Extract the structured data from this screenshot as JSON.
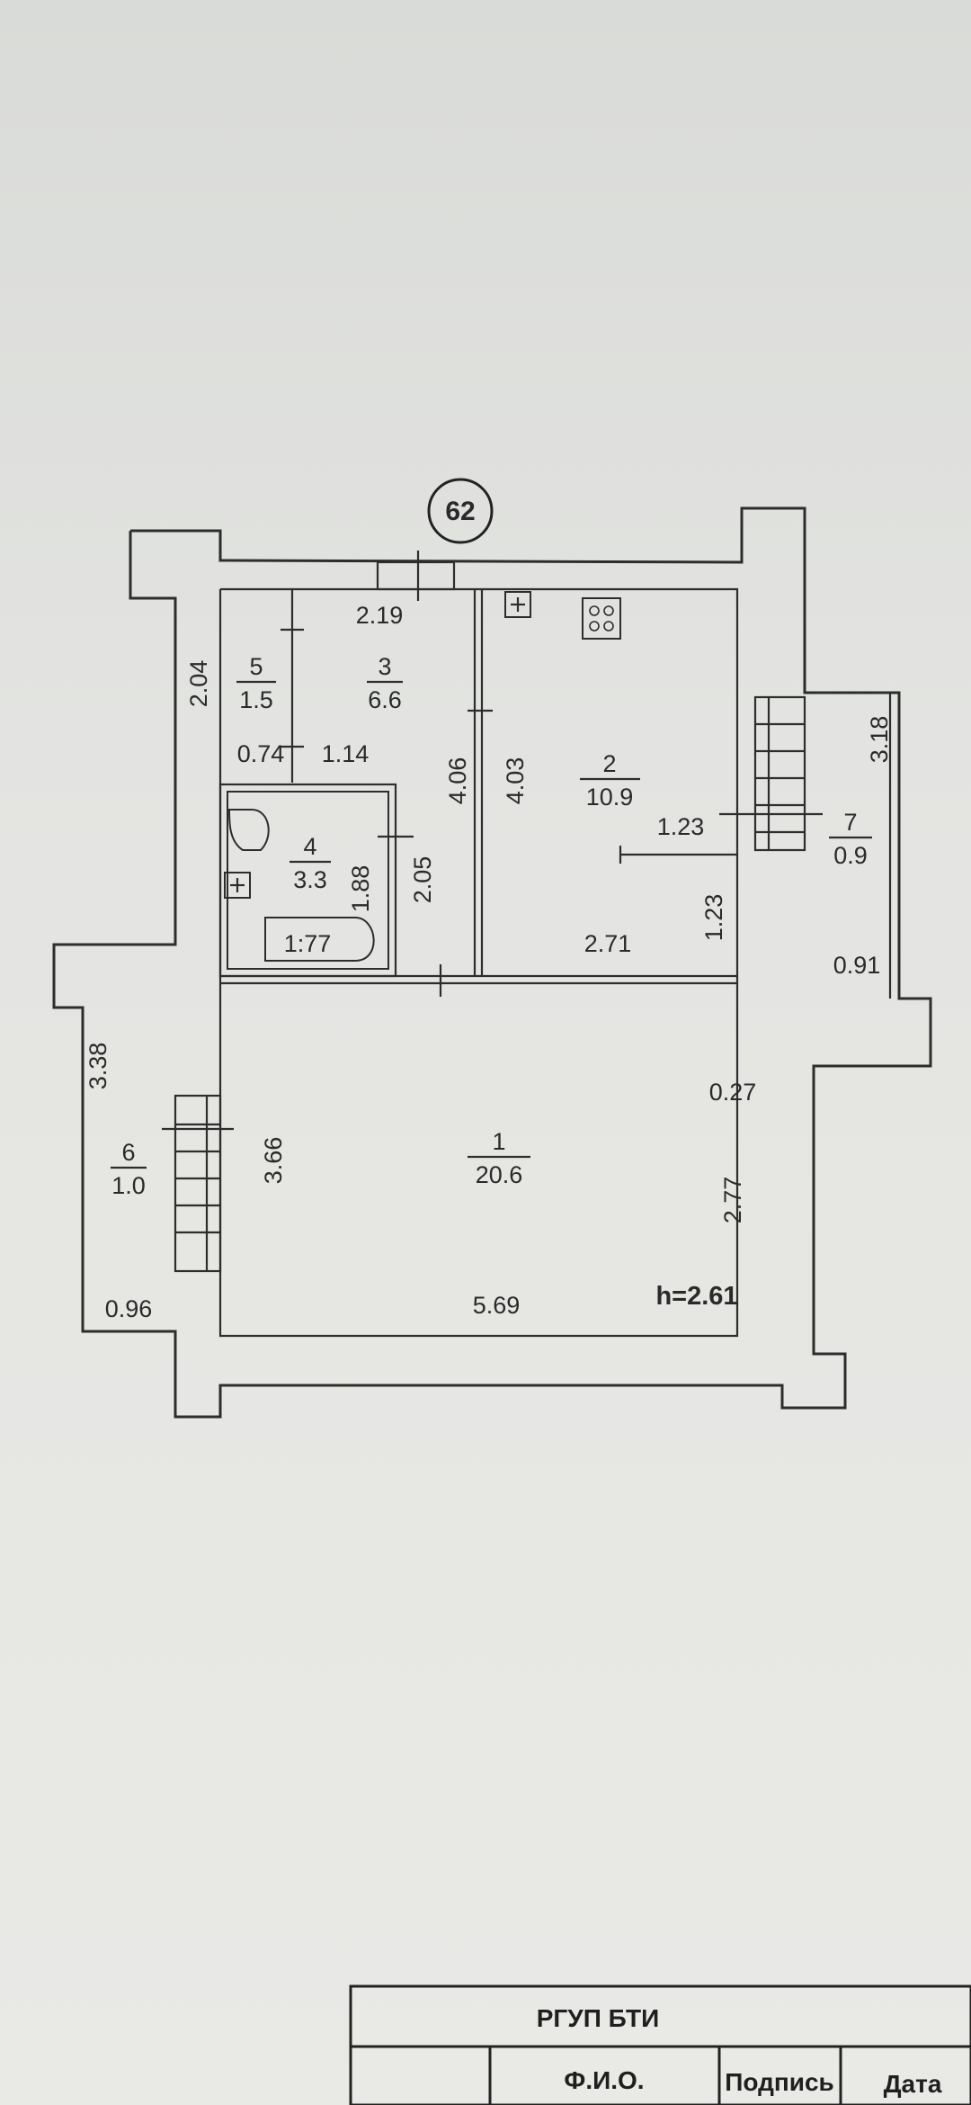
{
  "plan": {
    "marker": "62",
    "height_note": "h=2.61",
    "rooms": [
      {
        "no": "1",
        "area": "20.6"
      },
      {
        "no": "2",
        "area": "10.9"
      },
      {
        "no": "3",
        "area": "6.6"
      },
      {
        "no": "4",
        "area": "3.3"
      },
      {
        "no": "5",
        "area": "1.5"
      },
      {
        "no": "6",
        "area": "1.0"
      },
      {
        "no": "7",
        "area": "0.9"
      }
    ],
    "dimensions": {
      "d219": "2.19",
      "d204": "2.04",
      "d074": "0.74",
      "d114": "1.14",
      "d406": "4.06",
      "d403": "4.03",
      "d188": "1.88",
      "d205": "2.05",
      "d177": "1:77",
      "d123a": "1.23",
      "d123b": "1.23",
      "d271": "2.71",
      "d318": "3.18",
      "d091": "0.91",
      "d338": "3.38",
      "d366": "3.66",
      "d096": "0.96",
      "d569": "5.69",
      "d027": "0.27",
      "d277": "2.77"
    }
  },
  "stamp": {
    "org": "РГУП БТИ",
    "col_name": "Ф.И.О.",
    "col_signature": "Подпись",
    "col_date": "Дата"
  }
}
